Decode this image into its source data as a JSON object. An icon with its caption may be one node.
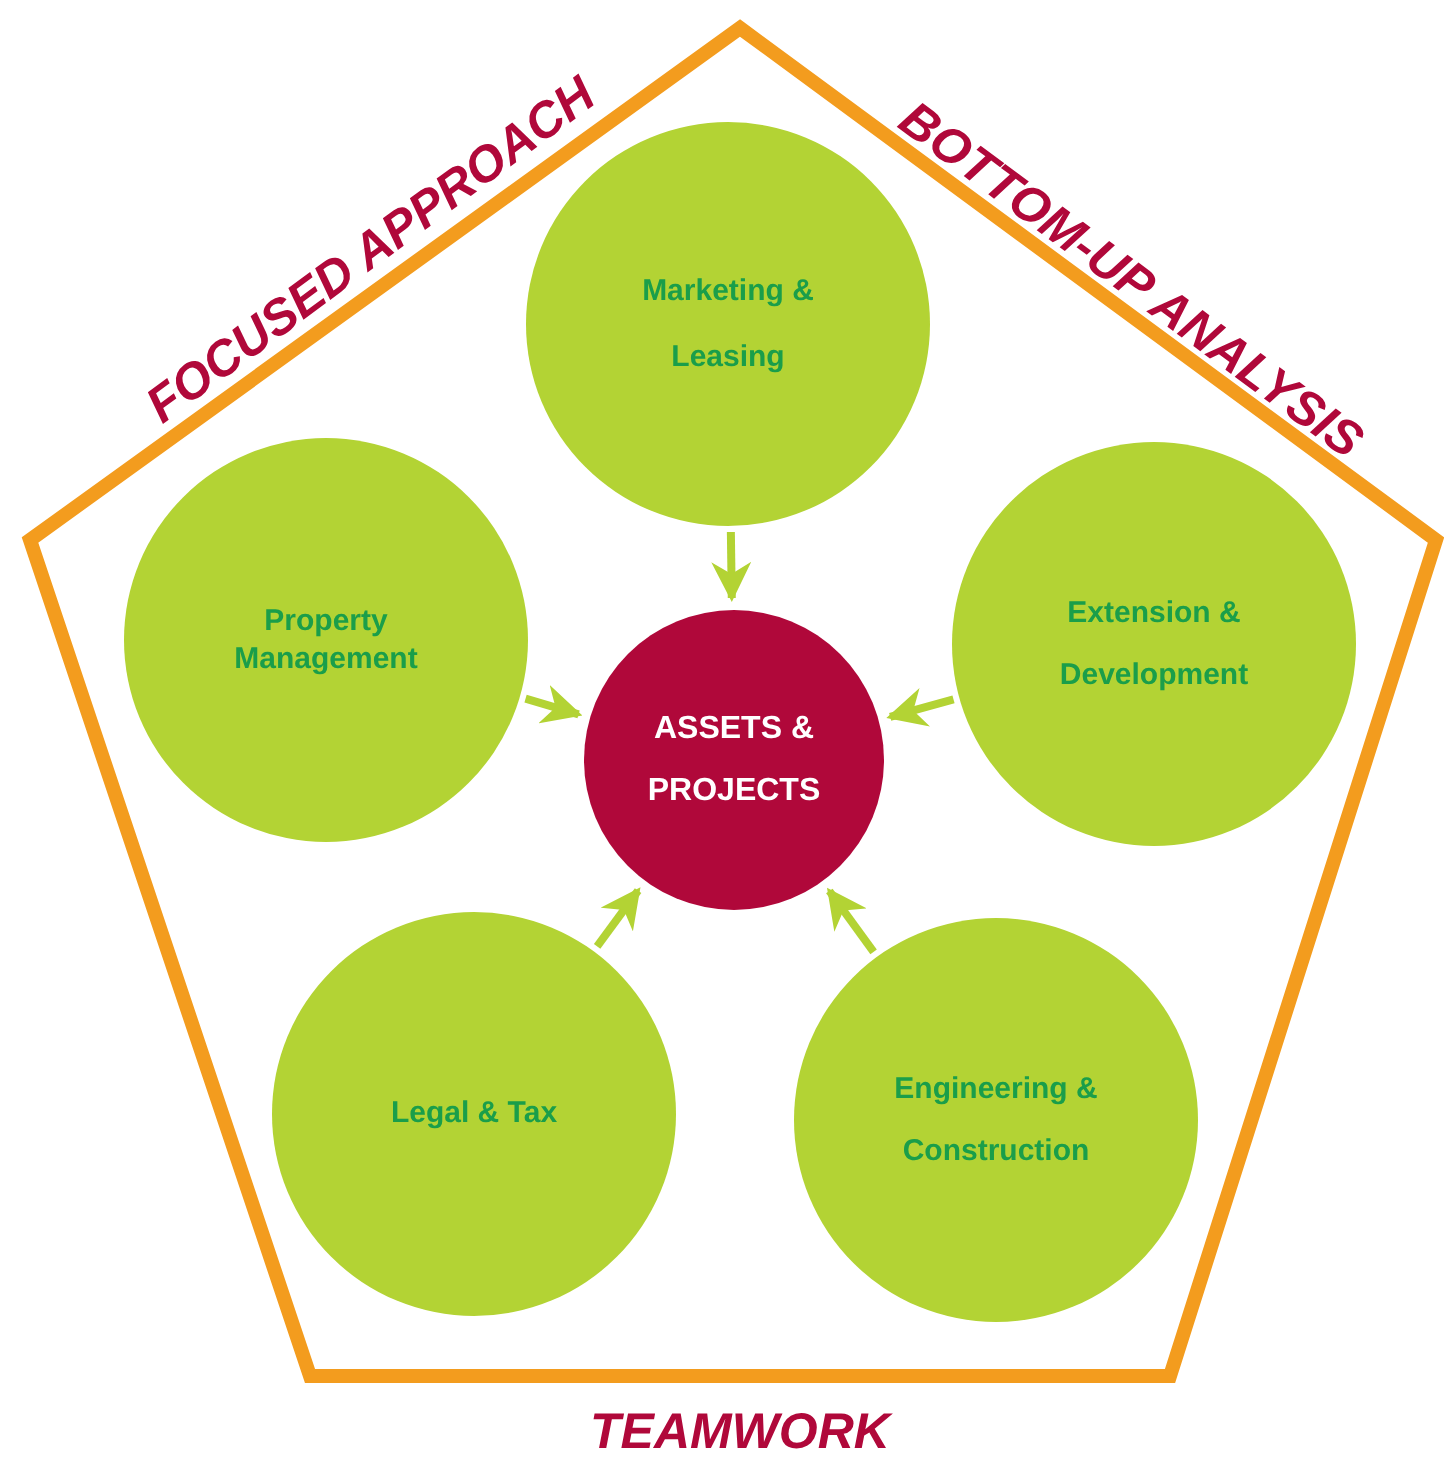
{
  "diagram": {
    "nodes": [
      {
        "text": [
          "Marketing & Leasing"
        ]
      },
      {
        "text": [
          "Property Management"
        ]
      },
      {
        "text": [
          "Extension & Development"
        ]
      },
      {
        "text": [
          "ASSETS & PROJECTS"
        ]
      },
      {
        "text": [
          "Legal & Tax"
        ]
      },
      {
        "text": [
          "Engineering & Construction"
        ]
      }
    ],
    "edges": [
      {
        "from": 0,
        "to": 3,
        "arrow": "to"
      },
      {
        "from": 1,
        "to": 3,
        "arrow": "to"
      },
      {
        "from": 2,
        "to": 3,
        "arrow": "to"
      },
      {
        "from": 4,
        "to": 3,
        "arrow": "to"
      },
      {
        "from": 5,
        "to": 3,
        "arrow": "to"
      }
    ],
    "labels": [
      "FOCUSED APPROACH",
      "BOTTOM-UP ANALYSIS",
      "TEAMWORK"
    ]
  }
}
